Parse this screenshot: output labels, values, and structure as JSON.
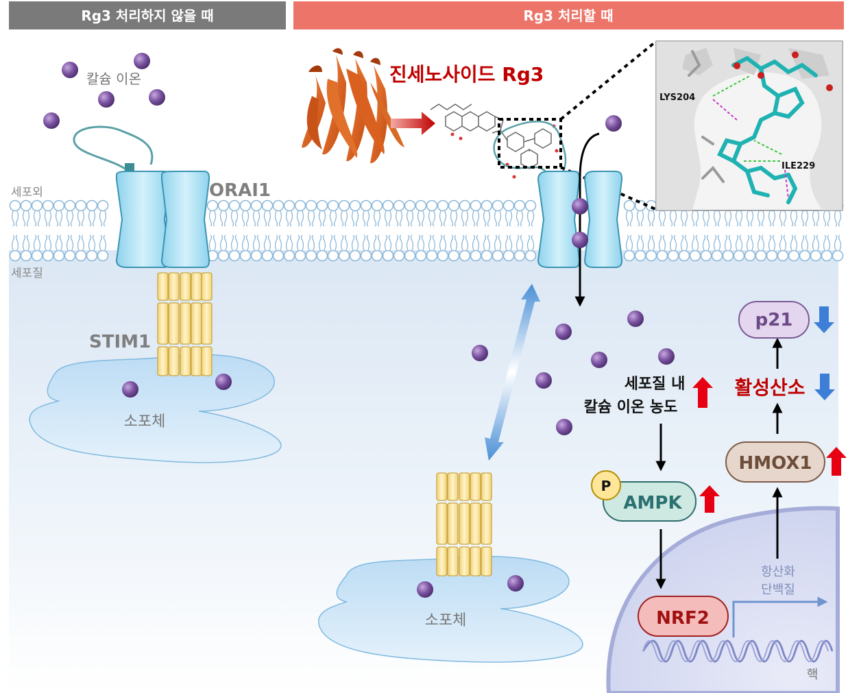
{
  "headers": {
    "left": "Rg3 처리하지 않을 때",
    "right": "Rg3 처리할 때"
  },
  "labels": {
    "calcium_ion": "칼슘 이온",
    "extracellular": "세포외",
    "cytoplasm": "세포질",
    "orai1": "ORAI1",
    "stim1": "STIM1",
    "er_left": "소포체",
    "er_right": "소포체",
    "ginsenoside": "진세노사이드 Rg3",
    "lys": "LYS204",
    "ile": "ILE229",
    "cytosolic_ca_line1": "세포질 내",
    "cytosolic_ca_line2": "칼슘 이온 농도",
    "p_badge": "P",
    "ampk": "AMPK",
    "nrf2": "NRF2",
    "hmox1": "HMOX1",
    "ros": "활성산소",
    "p21": "p21",
    "antioxidant_line1": "항산화",
    "antioxidant_line2": "단백질",
    "nucleus": "핵"
  },
  "colors": {
    "header_left_bg": "#7a7a7a",
    "header_right_bg": "#ec7468",
    "cytoplasm_bg": "#dfeaf5",
    "channel": "#a9e0f2",
    "channel_stroke": "#3a93b3",
    "stim": "#f8e39a",
    "er": "#cfe6f7",
    "calcium": "#6d4b8f",
    "up_arrow": "#e60012",
    "down_arrow": "#3d7fd6",
    "title_red": "#c00000",
    "ampk_fill": "#cde9e2",
    "nrf2_fill": "#f5bcbc",
    "hmox1_fill": "#e6d6cb",
    "p21_fill": "#e5d6ef",
    "nucleus": "#c8cdec"
  }
}
